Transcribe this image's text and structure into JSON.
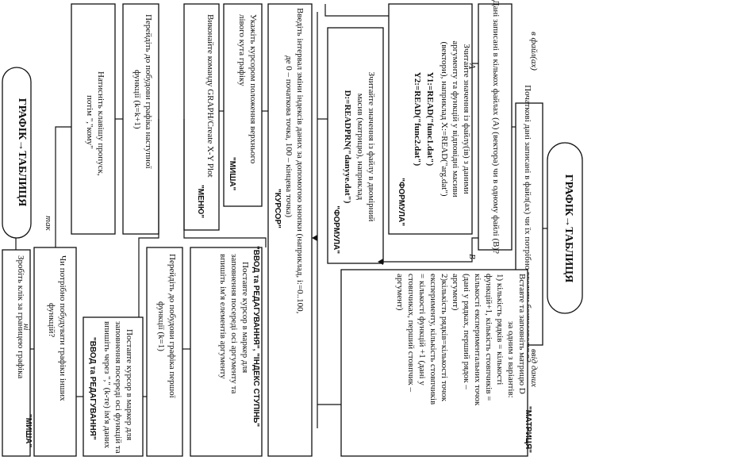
{
  "terminals": {
    "start": "ГРАФІК→ТАБЛИЦЯ",
    "end": "ГРАФІК→ТАБЛИЦЯ"
  },
  "steps": {
    "initial_data": "Початкові дані записані в файл(ах) чи їх потрібно вводити безпосередньо?",
    "files_decision": "Дані записані в кількох файлах (A) (вектора) чи в одному файлі (B)?",
    "read_vectors": {
      "lines": [
        "Зчитайте значення із файлу(ів) з даними",
        "аргументу та функцій у відповідні масиви",
        "(вектори), наприклад X:=READ(\"arg.dat\")",
        "Y1:=READ(\"func1.dat\")",
        "Y2:=READ(\"func2.dat\")"
      ],
      "tag": "\"ФОРМУЛА\""
    },
    "read_matrix": {
      "lines": [
        "Зчитайте значення із файлу в двомірний",
        "масив (матрицю), наприклад",
        "D:=READPRN(\"danyye.dat\")"
      ],
      "tag": "\"ФОРМУЛА\""
    },
    "enter_matrix": {
      "lines": [
        "Вставте та заповніть матрицю D",
        "за одним з варіантів:",
        "1) кількість рядків = кількості",
        "функцій+1, кількість стовпчиків =",
        "кількості експериментальних точок",
        "(дані у рядках, перший рядок –",
        "аргумент)",
        "2)кількість рядків=кількості точок",
        "експерименту, кількість стовпчиків",
        "= кількості функцій +1 (дані у",
        "стовпчиках, перший стовпчик –",
        "аргумент)"
      ],
      "tag": "\"МАТРИЦЯ\""
    },
    "interval": {
      "lines": [
        "Введіть інтервал зміни індексів даних за допомогою кнопки (наприклад, i:=0..100,",
        "де 0 – початкова точка, 100 – кінцева точка)"
      ],
      "tag": "\"КУРСОР\""
    },
    "cursor_corner": {
      "lines": [
        "Укажіть курсором положення верхнього",
        "лівого кута графіку"
      ],
      "tag": "\"МИША\""
    },
    "graph_cmd": {
      "lines": [
        "Виконайте команду GRAPH/Create X-Y Plot"
      ],
      "tag": "\"МЕНЮ\""
    },
    "arg_cursor": {
      "lines": [
        "Поставте курсор в маркер для",
        "заповнення посереді осі аргументу та",
        "впишіть ім'я елементів аргументу"
      ],
      "tag": "\"ВВОД та РЕДАГУВАННЯ\", \"ІНДЕКС СТУПІНЬ\""
    },
    "first_func": {
      "lines": [
        "Перейдіть до побудови графіка першої",
        "функції (k=1)"
      ]
    },
    "func_cursor": {
      "lines": [
        "Поставте курсор в маркер для",
        "заповнення посереді осі функцій та",
        "впишіть через \",\" (k-те) ім'я даних"
      ],
      "tag": "\"ВВОД та РЕДАГУВАННЯ\""
    },
    "next_func": {
      "lines": [
        "Перейдіть до побудови графіка наступної",
        "функції (k=k+1)"
      ]
    },
    "press_space": {
      "lines": [
        "Натисніть клавішу пропуск,",
        "потім \",\"кому\""
      ]
    },
    "more_graphs": {
      "lines": [
        "Чи потрібно побудувати графіки інших",
        "функцій?"
      ]
    },
    "click_outside": {
      "lines": [
        "Зробіть клік за границею графіка"
      ],
      "tag": "\"МИША\""
    }
  },
  "edge_labels": {
    "in_file": "в файл(ах)",
    "enter_data": "ввід даних",
    "label_a": "A",
    "label_b": "B",
    "yes": "так",
    "no": "ні"
  }
}
